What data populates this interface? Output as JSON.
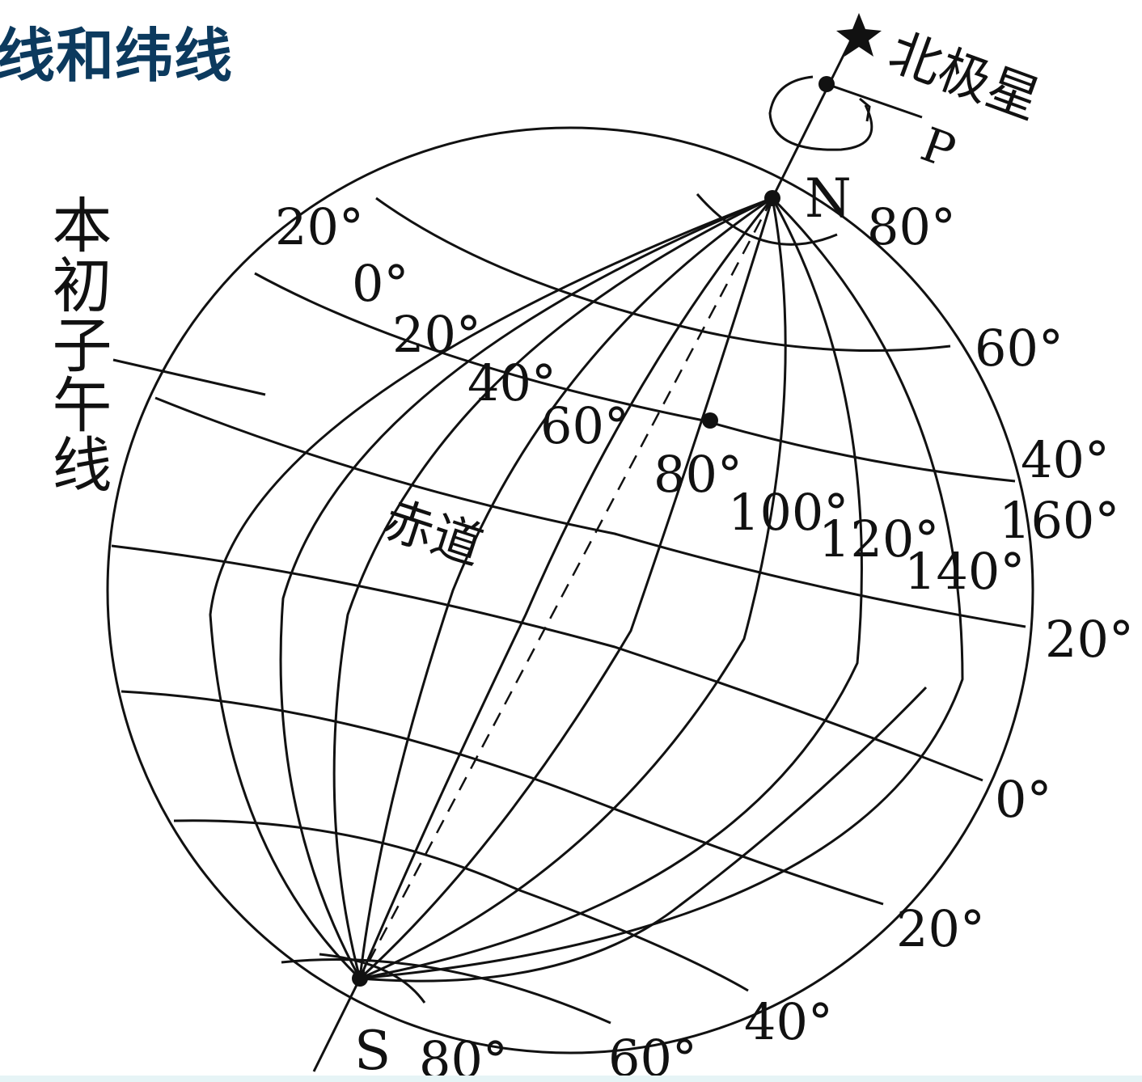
{
  "title": "线和纬线",
  "labels": {
    "polaris": "北极星",
    "prime_meridian": "本初子午线",
    "equator": "赤道",
    "north": "N",
    "south": "S",
    "p": "P"
  },
  "north_lat_labels": [
    "80°",
    "60°",
    "40°",
    "20°"
  ],
  "equator_lat_label": "0°",
  "south_lat_labels": [
    "20°",
    "40°",
    "60°",
    "80°"
  ],
  "lon_labels": [
    "20°",
    "0°",
    "20°",
    "40°",
    "60°",
    "80°",
    "100°",
    "120°",
    "140°",
    "160°"
  ]
}
